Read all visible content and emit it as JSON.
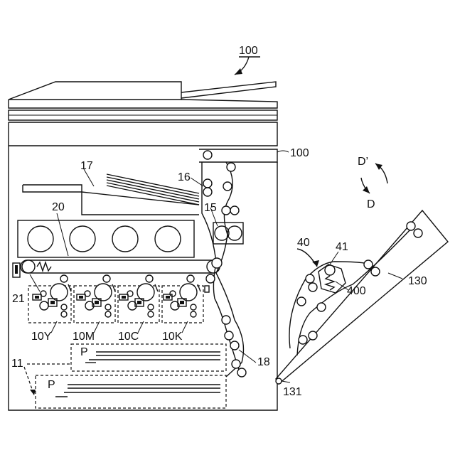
{
  "figure": {
    "title_ref": "100",
    "labels": {
      "main_body": "100",
      "reading_section": "17",
      "fixing_roller": "16",
      "fixing_unit": "15",
      "toner_bottles": "20",
      "transfer_belt": "21",
      "unit_y": "10Y",
      "unit_m": "10M",
      "unit_c": "10C",
      "unit_k": "10K",
      "paper_tray_group": "11",
      "paper_upper": "P",
      "paper_lower": "P",
      "conveyance_path": "18",
      "option_unit": "40",
      "option_roller": "41",
      "option_spring": "400",
      "side_unit": "130",
      "hinge": "131",
      "dir_up": "D’",
      "dir_down": "D"
    }
  }
}
